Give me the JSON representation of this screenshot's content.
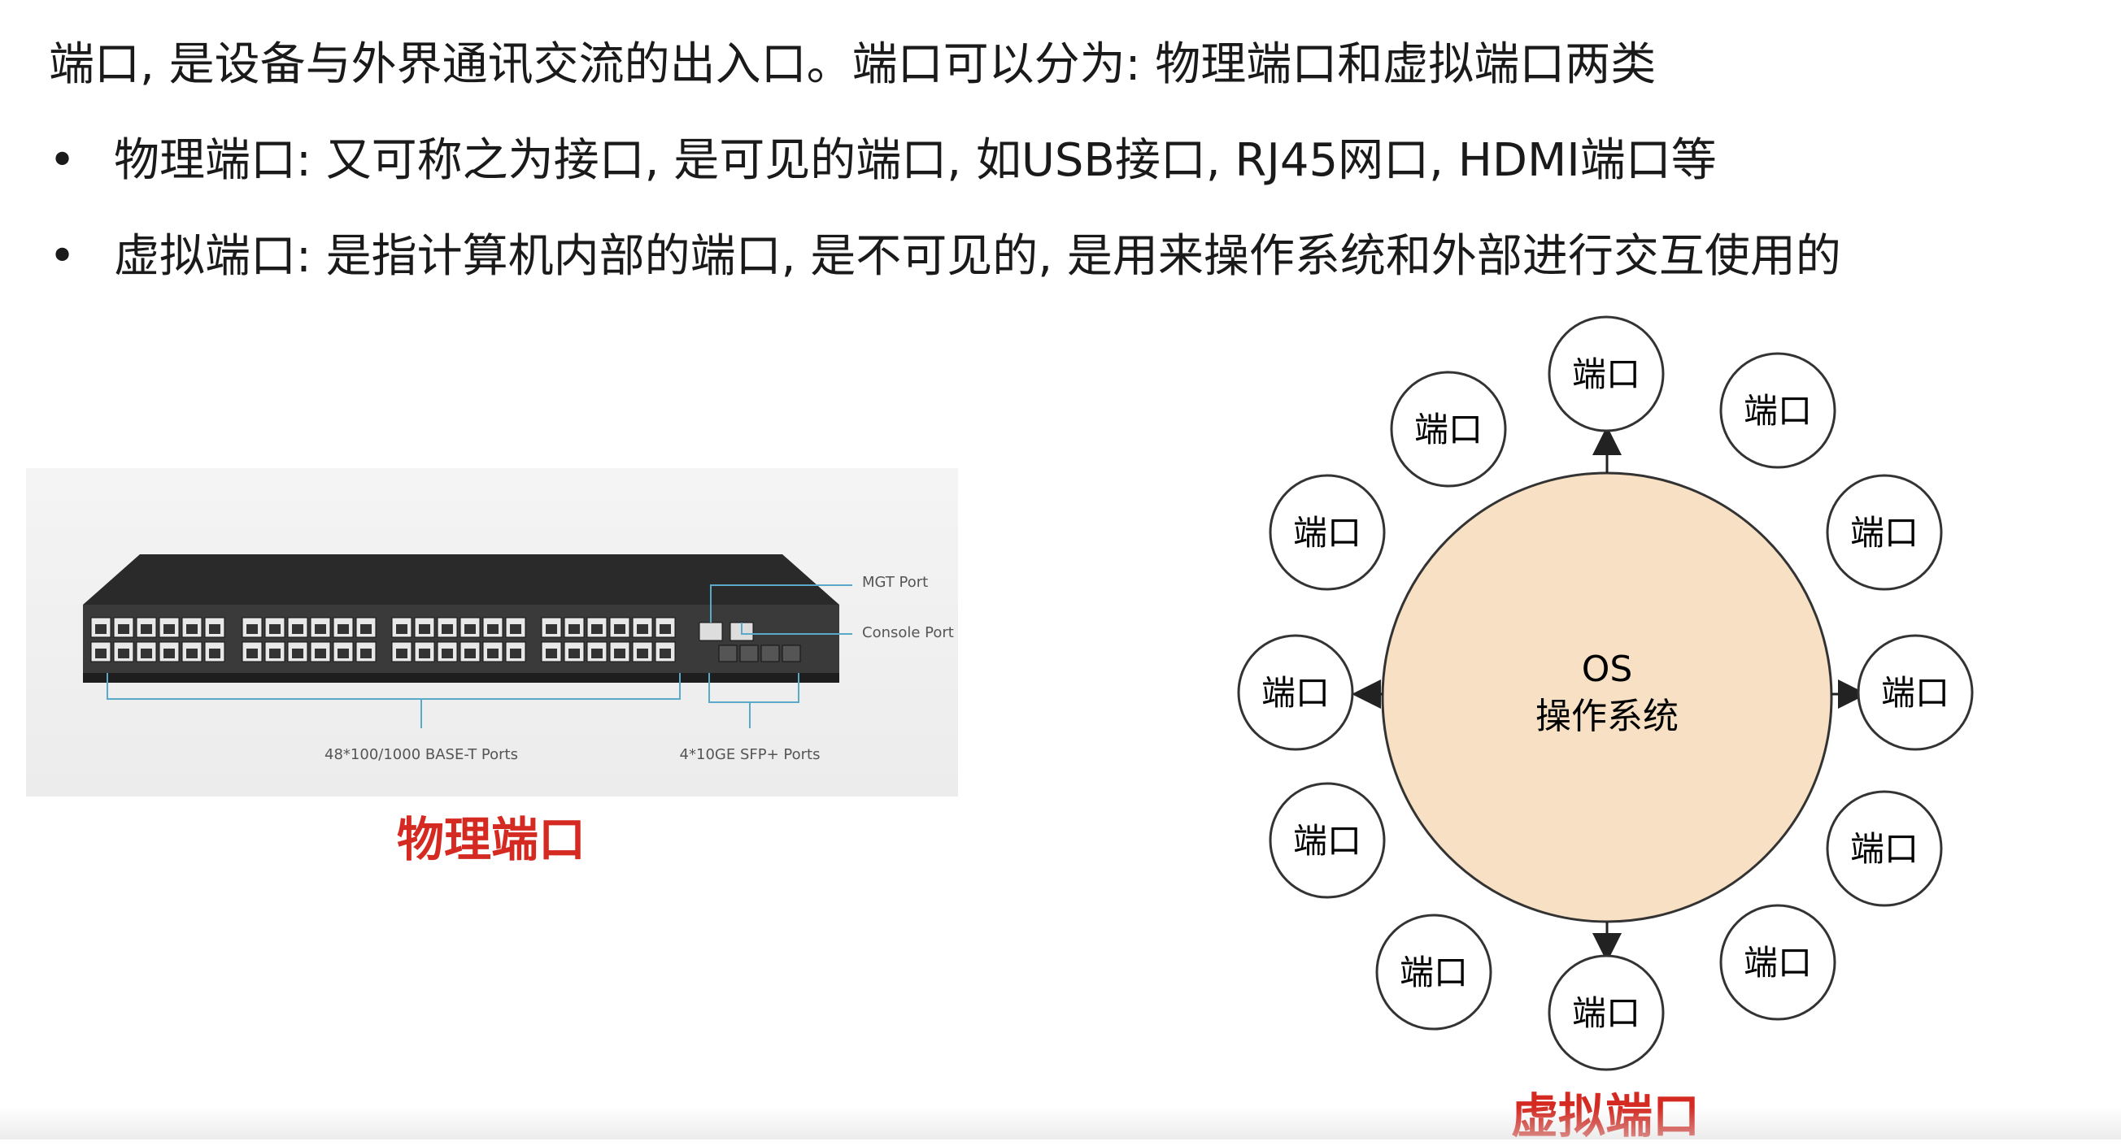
{
  "intro": "端口, 是设备与外界通讯交流的出入口。端口可以分为: 物理端口和虚拟端口两类",
  "bullets": [
    {
      "marker": "•",
      "text": "物理端口: 又可称之为接口, 是可见的端口, 如USB接口, RJ45网口, HDMI端口等"
    },
    {
      "marker": "•",
      "text": "虚拟端口: 是指计算机内部的端口, 是不可见的, 是用来操作系统和外部进行交互使用的"
    }
  ],
  "switch_image": {
    "labels": {
      "mgt": "MGT Port",
      "console": "Console Port",
      "base_t": "48*100/1000 BASE-T Ports",
      "sfp": "4*10GE SFP+ Ports"
    },
    "caption": "物理端口"
  },
  "os_diagram": {
    "center_line1": "OS",
    "center_line2": "操作系统",
    "port_label": "端口",
    "port_count": 12,
    "caption": "虚拟端口",
    "colors": {
      "center_fill": "#f7e0c4",
      "stroke": "#333333",
      "caption": "#d42a22"
    }
  }
}
